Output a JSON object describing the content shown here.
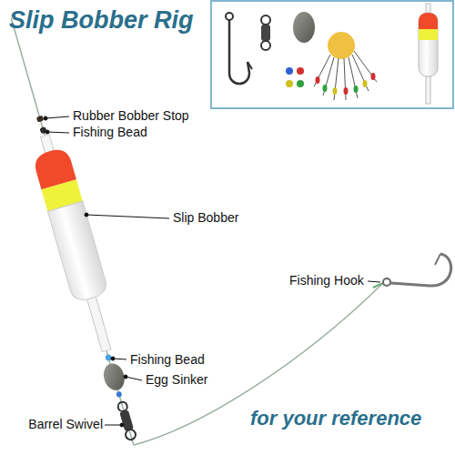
{
  "diagram": {
    "title": "Slip Bobber Rig",
    "labels": [
      "Rubber Bobber Stop",
      "Fishing Bead",
      "Slip Bobber",
      "Fishing Hook",
      "Fishing Bead",
      "Egg Sinker",
      "Barrel Swivel",
      "for your reference"
    ]
  }
}
